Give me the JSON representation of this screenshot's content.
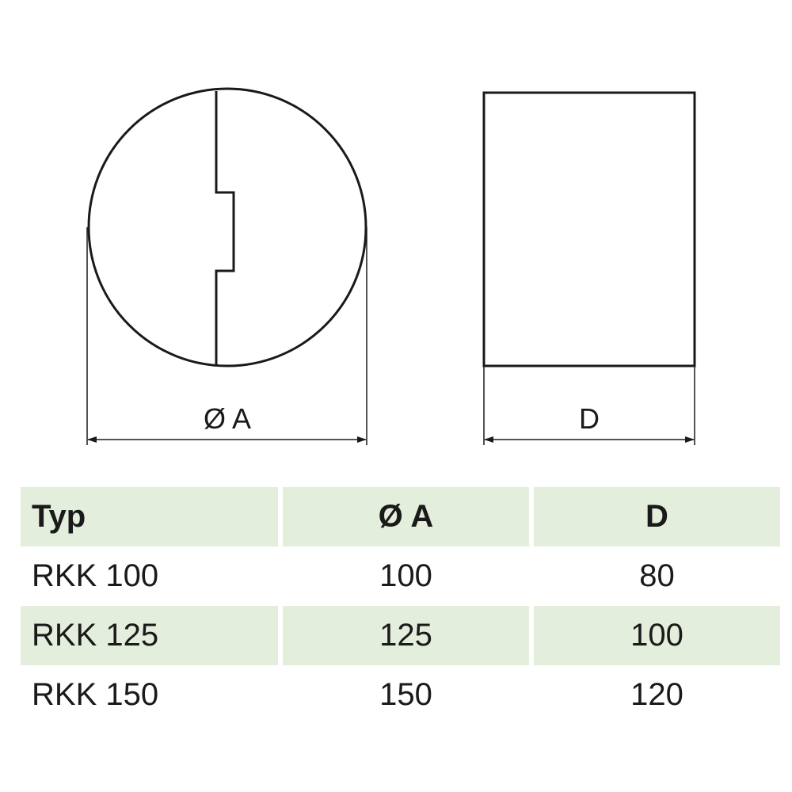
{
  "diagram": {
    "labels": {
      "diameter": "Ø A",
      "depth": "D"
    }
  },
  "table": {
    "headers": [
      "Typ",
      "Ø A",
      "D"
    ],
    "rows": [
      [
        "RKK 100",
        "100",
        "80"
      ],
      [
        "RKK 125",
        "125",
        "100"
      ],
      [
        "RKK 150",
        "150",
        "120"
      ]
    ]
  },
  "colors": {
    "line": "#1a1a1a",
    "band": "#e4eedc",
    "background": "#ffffff"
  }
}
